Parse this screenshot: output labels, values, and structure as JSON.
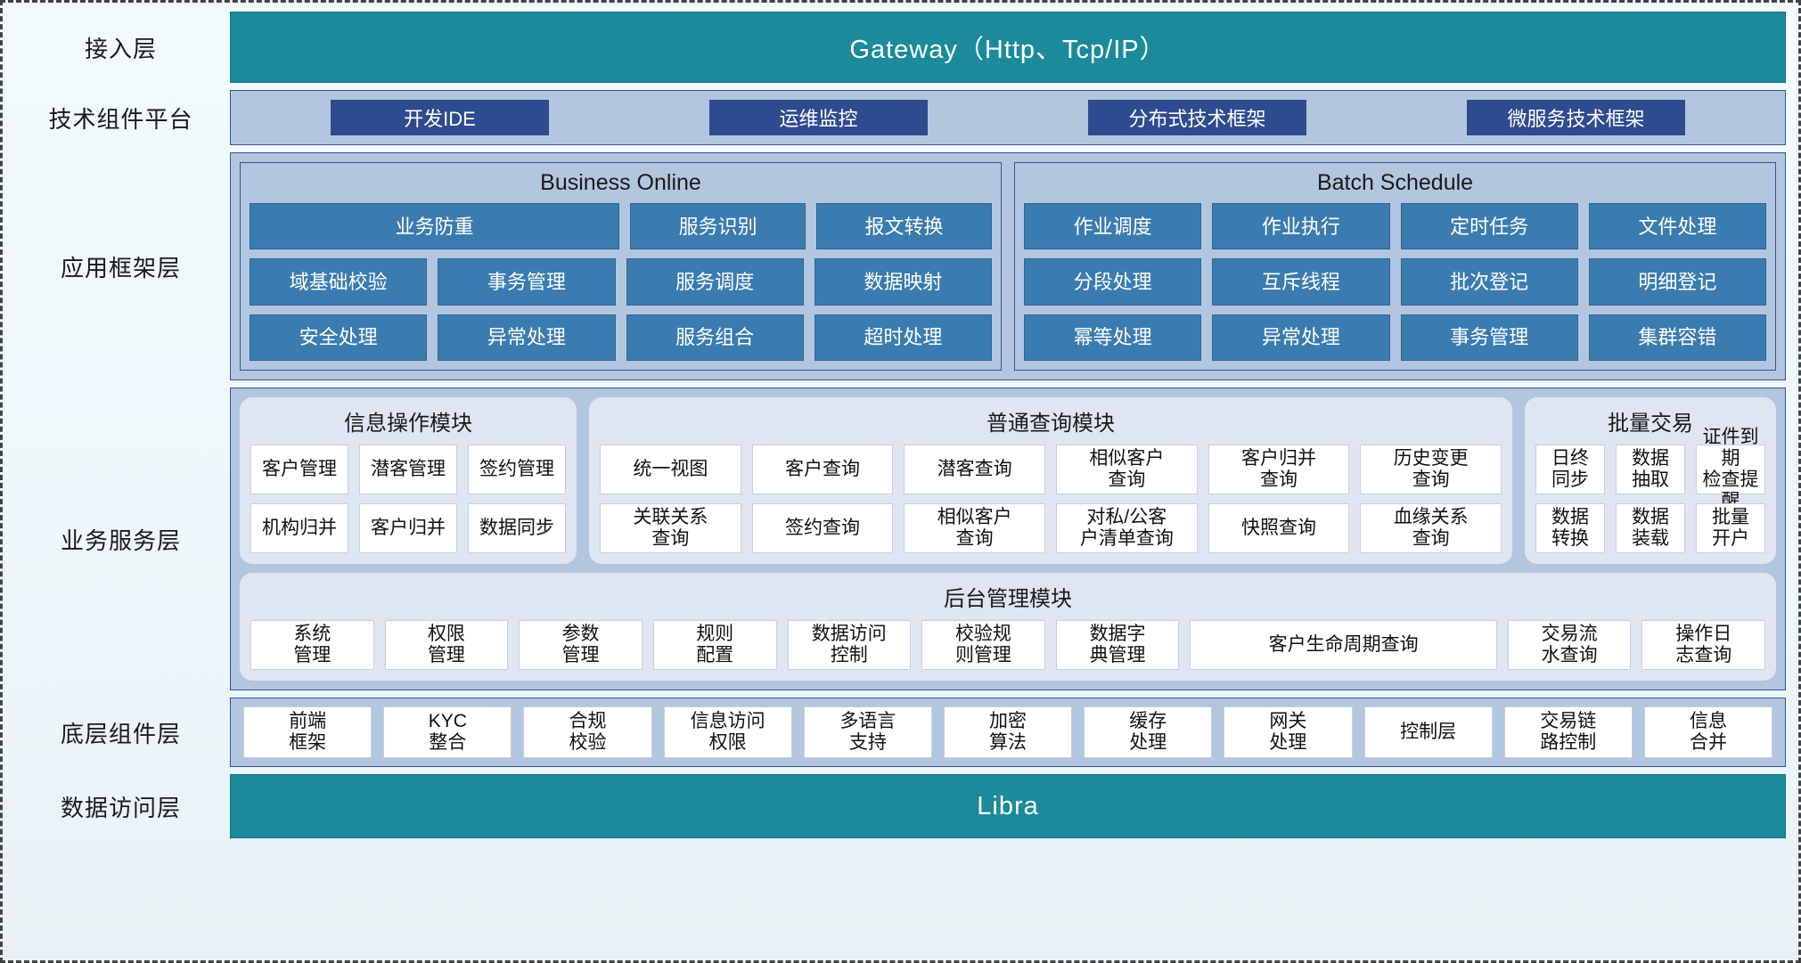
{
  "layers": {
    "access": {
      "label": "接入层",
      "bar": "Gateway（Http、Tcp/IP）"
    },
    "tech": {
      "label": "技术组件平台",
      "items": [
        "开发IDE",
        "运维监控",
        "分布式技术框架",
        "微服务技术框架"
      ]
    },
    "appframework": {
      "label": "应用框架层",
      "groups": [
        {
          "title": "Business Online",
          "rows": [
            [
              {
                "label": "业务防重",
                "wide": true
              },
              {
                "label": "服务识别",
                "wide": false
              },
              {
                "label": "报文转换",
                "wide": false
              }
            ],
            [
              {
                "label": "域基础校验",
                "wide": false
              },
              {
                "label": "事务管理",
                "wide": false
              },
              {
                "label": "服务调度",
                "wide": false
              },
              {
                "label": "数据映射",
                "wide": false
              }
            ],
            [
              {
                "label": "安全处理",
                "wide": false
              },
              {
                "label": "异常处理",
                "wide": false
              },
              {
                "label": "服务组合",
                "wide": false
              },
              {
                "label": "超时处理",
                "wide": false
              }
            ]
          ]
        },
        {
          "title": "Batch Schedule",
          "rows": [
            [
              {
                "label": "作业调度",
                "wide": false
              },
              {
                "label": "作业执行",
                "wide": false
              },
              {
                "label": "定时任务",
                "wide": false
              },
              {
                "label": "文件处理",
                "wide": false
              }
            ],
            [
              {
                "label": "分段处理",
                "wide": false
              },
              {
                "label": "互斥线程",
                "wide": false
              },
              {
                "label": "批次登记",
                "wide": false
              },
              {
                "label": "明细登记",
                "wide": false
              }
            ],
            [
              {
                "label": "幂等处理",
                "wide": false
              },
              {
                "label": "异常处理",
                "wide": false
              },
              {
                "label": "事务管理",
                "wide": false
              },
              {
                "label": "集群容错",
                "wide": false
              }
            ]
          ]
        }
      ]
    },
    "bizservice": {
      "label": "业务服务层",
      "cards": [
        {
          "title": "信息操作模块",
          "rows": [
            [
              {
                "label": "客户管理"
              },
              {
                "label": "潜客管理"
              },
              {
                "label": "签约管理"
              }
            ],
            [
              {
                "label": "机构归并"
              },
              {
                "label": "客户归并"
              },
              {
                "label": "数据同步"
              }
            ]
          ]
        },
        {
          "title": "普通查询模块",
          "rows": [
            [
              {
                "label": "统一视图"
              },
              {
                "label": "客户查询"
              },
              {
                "label": "潜客查询"
              },
              {
                "label": "相似客户\n查询"
              },
              {
                "label": "客户归并\n查询"
              },
              {
                "label": "历史变更\n查询"
              }
            ],
            [
              {
                "label": "关联关系\n查询"
              },
              {
                "label": "签约查询"
              },
              {
                "label": "相似客户\n查询"
              },
              {
                "label": "对私/公客\n户清单查询"
              },
              {
                "label": "快照查询"
              },
              {
                "label": "血缘关系\n查询"
              }
            ]
          ]
        },
        {
          "title": "批量交易",
          "rows": [
            [
              {
                "label": "日终\n同步"
              },
              {
                "label": "数据\n抽取"
              },
              {
                "label": "证件到期\n检查提醒"
              }
            ],
            [
              {
                "label": "数据\n转换"
              },
              {
                "label": "数据\n装载"
              },
              {
                "label": "批量\n开户"
              }
            ]
          ]
        }
      ],
      "admin": {
        "title": "后台管理模块",
        "items": [
          {
            "label": "系统\n管理",
            "wide": false
          },
          {
            "label": "权限\n管理",
            "wide": false
          },
          {
            "label": "参数\n管理",
            "wide": false
          },
          {
            "label": "规则\n配置",
            "wide": false
          },
          {
            "label": "数据访问\n控制",
            "wide": false
          },
          {
            "label": "校验规\n则管理",
            "wide": false
          },
          {
            "label": "数据字\n典管理",
            "wide": false
          },
          {
            "label": "客户生命周期查询",
            "wide": true
          },
          {
            "label": "交易流\n水查询",
            "wide": false
          },
          {
            "label": "操作日\n志查询",
            "wide": false
          }
        ]
      }
    },
    "bottom": {
      "label": "底层组件层",
      "items": [
        {
          "label": "前端\n框架",
          "wide": false
        },
        {
          "label": "KYC\n整合",
          "wide": false
        },
        {
          "label": "合规\n校验",
          "wide": false
        },
        {
          "label": "信息访问\n权限",
          "wide": false
        },
        {
          "label": "多语言\n支持",
          "wide": false
        },
        {
          "label": "加密\n算法",
          "wide": false
        },
        {
          "label": "缓存\n处理",
          "wide": false
        },
        {
          "label": "网关\n处理",
          "wide": false
        },
        {
          "label": "控制层",
          "wide": false
        },
        {
          "label": "交易链\n路控制",
          "wide": false
        },
        {
          "label": "信息\n合并",
          "wide": false
        }
      ]
    },
    "dataaccess": {
      "label": "数据访问层",
      "bar": "Libra"
    }
  },
  "colors": {
    "teal": "#1b8a9b",
    "panel_blue": "#b3c6e0",
    "tech_tile": "#2e4b8f",
    "framework_tile": "#3b7cb0",
    "card_bg": "#dfe5f1",
    "tile_white": "#ffffff",
    "border_blue": "#33548c"
  }
}
